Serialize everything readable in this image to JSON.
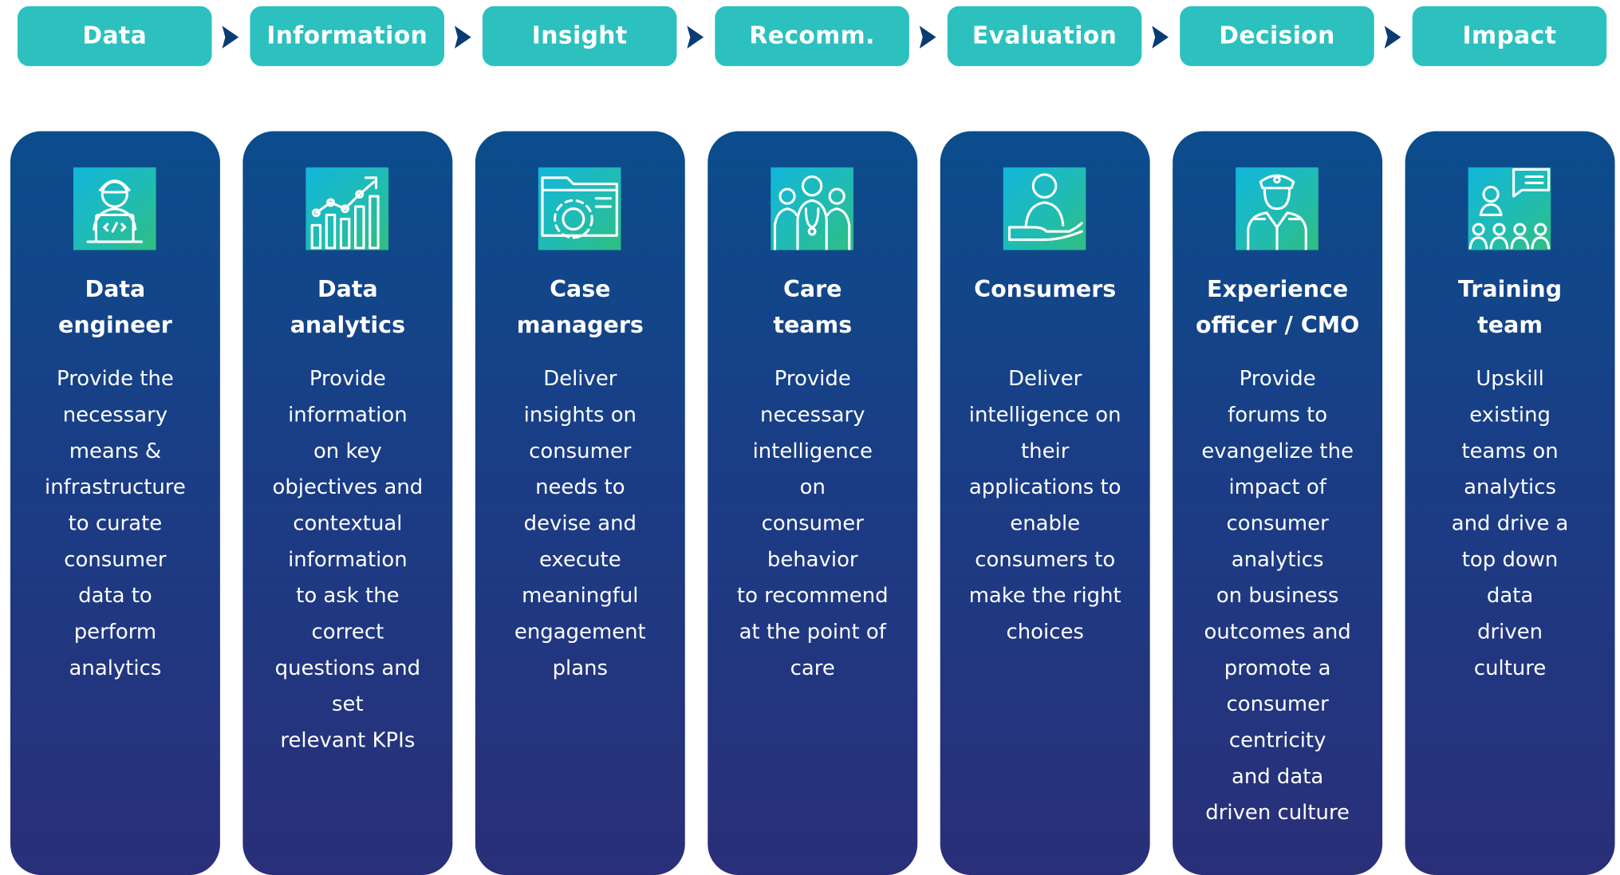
{
  "flow": {
    "steps": [
      {
        "label": "Data"
      },
      {
        "label": "Information"
      },
      {
        "label": "Insight"
      },
      {
        "label": "Recomm."
      },
      {
        "label": "Evaluation"
      },
      {
        "label": "Decision"
      },
      {
        "label": "Impact"
      }
    ],
    "arrow_icon": "chevron-right-icon"
  },
  "roles": [
    {
      "icon": "developer-laptop-icon",
      "title": "Data\nengineer",
      "description": "Provide the\nnecessary\nmeans &\ninfrastructure\nto curate\nconsumer\ndata to\nperform\nanalytics"
    },
    {
      "icon": "growth-chart-icon",
      "title": "Data\nanalytics",
      "description": "Provide\ninformation\non key\nobjectives and\ncontextual\ninformation\nto ask the\ncorrect\nquestions and\nset\nrelevant KPIs"
    },
    {
      "icon": "folder-gear-icon",
      "title": "Case\nmanagers",
      "description": "Deliver\ninsights on\nconsumer\nneeds to\ndevise and\nexecute\nmeaningful\nengagement\nplans"
    },
    {
      "icon": "medical-team-icon",
      "title": "Care\nteams",
      "description": "Provide\nnecessary\nintelligence\non\nconsumer\nbehavior\nto recommend\nat the point of\ncare"
    },
    {
      "icon": "consumer-hand-icon",
      "title": "Consumers",
      "description": "Deliver\nintelligence on\ntheir\napplications to\nenable\nconsumers to\nmake the right\nchoices"
    },
    {
      "icon": "officer-icon",
      "title": "Experience\nofficer / CMO",
      "description": "Provide\nforums to\nevangelize the\nimpact of\nconsumer\nanalytics\non business\noutcomes and\npromote a\nconsumer\ncentricity\nand data\ndriven culture"
    },
    {
      "icon": "training-presentation-icon",
      "title": "Training\nteam",
      "description": "Upskill\nexisting\nteams on\nanalytics\nand drive a\ntop down\ndata\ndriven\nculture"
    }
  ],
  "colors": {
    "flow_step": "#2cc1bf",
    "arrow": "#0b3b73",
    "card_top": "#0b4d8c",
    "card_bottom": "#2a2f79",
    "icon_gradient_start": "#12b6da",
    "icon_gradient_end": "#30be80"
  }
}
